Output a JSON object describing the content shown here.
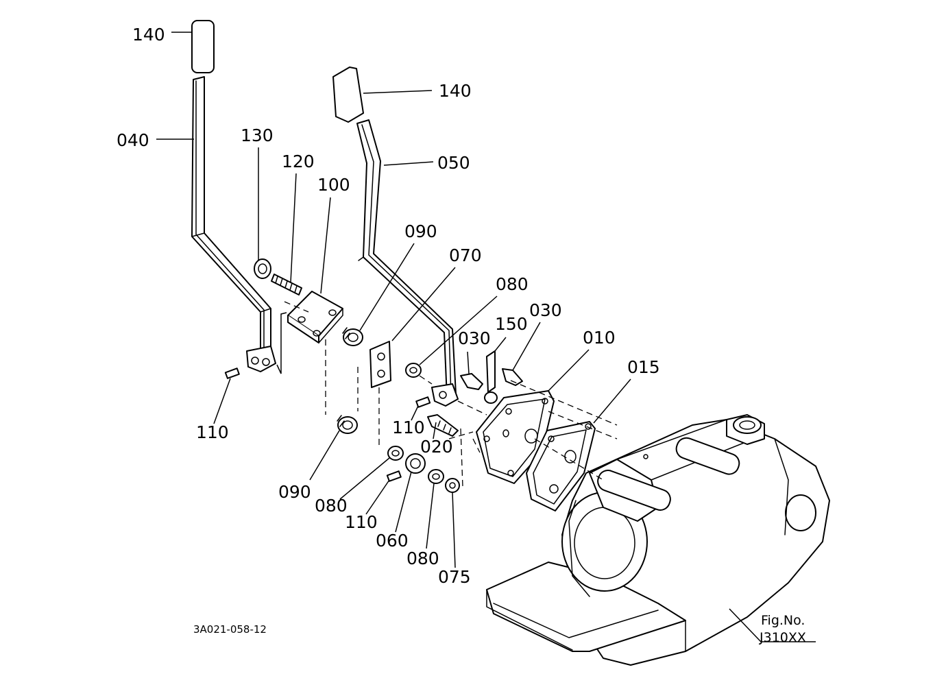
{
  "callouts": {
    "c140_left": "140",
    "c140_right": "140",
    "c040": "040",
    "c050": "050",
    "c130": "130",
    "c120": "120",
    "c100": "100",
    "c090_top": "090",
    "c070": "070",
    "c080_top": "080",
    "c030_mid": "030",
    "c150": "150",
    "c030_right": "030",
    "c010": "010",
    "c015": "015",
    "c110_left": "110",
    "c110_mid": "110",
    "c020": "020",
    "c090_bottom": "090",
    "c080_a": "080",
    "c110_bottom": "110",
    "c060": "060",
    "c080_b": "080",
    "c075": "075"
  },
  "drawing_code": "3A021-058-12",
  "fig_label": "Fig.No.",
  "fig_number": "J310XX"
}
